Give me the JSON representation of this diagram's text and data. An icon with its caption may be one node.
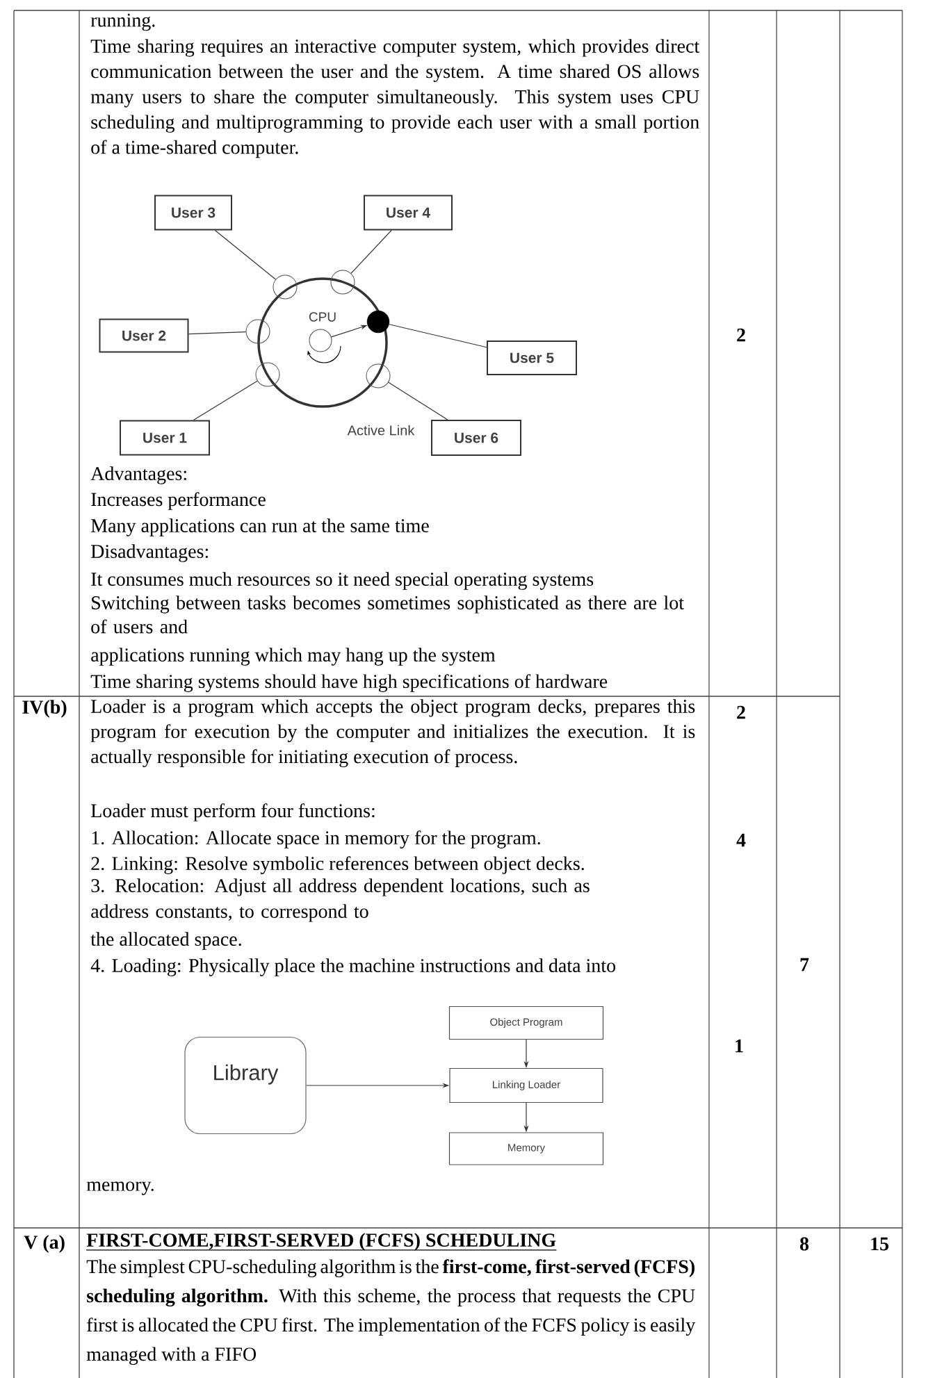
{
  "diagram": {
    "nodes": [
      {
        "text": [
          "User 3"
        ]
      },
      {
        "text": [
          "User 4"
        ]
      },
      {
        "text": [],
        "shape": "circle"
      },
      {
        "text": [],
        "shape": "circle"
      },
      {
        "text": [],
        "shape": "circle"
      },
      {
        "text": [],
        "shape": "circle"
      },
      {
        "text": [],
        "shape": "circle",
        "in": 2,
        "beside": [
          "CPU"
        ]
      },
      {
        "text": [],
        "shape": "circle"
      },
      {
        "text": [
          "User 2"
        ]
      },
      {
        "text": [
          "User 5"
        ]
      },
      {
        "text": [],
        "shape": "circle"
      },
      {
        "text": [],
        "shape": "circle"
      },
      {
        "text": [
          "User 1"
        ]
      },
      {
        "text": [
          "User 6"
        ]
      },
      {
        "text": [
          "Library"
        ]
      },
      {
        "text": [
          "Object Program"
        ]
      },
      {
        "text": [
          "Linking Loader"
        ]
      },
      {
        "text": [
          "Memory"
        ]
      }
    ],
    "edges": [
      {
        "from": 0,
        "to": 3,
        "arrow": "none"
      },
      {
        "from": 1,
        "to": 4,
        "arrow": "none"
      },
      {
        "from": 8,
        "to": 5,
        "arrow": "none"
      },
      {
        "from": 6,
        "to": 7,
        "arrow": "to"
      },
      {
        "from": 7,
        "to": 9,
        "arrow": "none"
      },
      {
        "from": 12,
        "to": 10,
        "arrow": "none"
      },
      {
        "from": 13,
        "to": 11,
        "arrow": "none"
      },
      {
        "from": 14,
        "to": 16,
        "arrow": "to"
      },
      {
        "from": 15,
        "to": 16,
        "arrow": "to"
      },
      {
        "from": 16,
        "to": 17,
        "arrow": "to"
      }
    ],
    "labels": [
      "running.",
      "Time sharing requires an interactive computer system, which provides direct communication between the user and the system. A time shared OS allows many users to share the computer simultaneously. This system uses CPU scheduling and multiprogramming to provide each user with a small portion of a time-shared computer.",
      "2",
      "Active Link",
      "Advantages:",
      "Increases performance",
      "Many applications can run at the same time",
      "Disadvantages:",
      "It consumes much resources so it need special operating systems",
      "Switching between tasks becomes sometimes sophisticated as there are lot of users and",
      "applications running which may hang up the system",
      "Time sharing systems should have high specifications of hardware",
      "IV(b)",
      "Loader is a program which accepts the object program decks, prepares this program for execution by the computer and initializes the execution. It is actually responsible for initiating execution of process.",
      "2",
      "Loader must perform four functions:",
      "1. Allocation: Allocate space in memory for the program.",
      "4",
      "2. Linking: Resolve symbolic references between object decks.",
      "3. Relocation: Adjust all address dependent locations, such as address constants, to correspond to",
      "the allocated space.",
      "4. Loading: Physically place the machine instructions and data into",
      "7",
      "1",
      "memory.",
      "V (a)",
      "FIRST-COME,FIRST-SERVED (FCFS) SCHEDULING",
      "8",
      "15",
      "The simplest CPU-scheduling algorithm is the **first-come, first-served (FCFS) scheduling algorithm.** With this scheme, the process that requests the CPU first is allocated the CPU first. The implementation of the FCFS policy is easily managed with a FIFO"
    ]
  }
}
